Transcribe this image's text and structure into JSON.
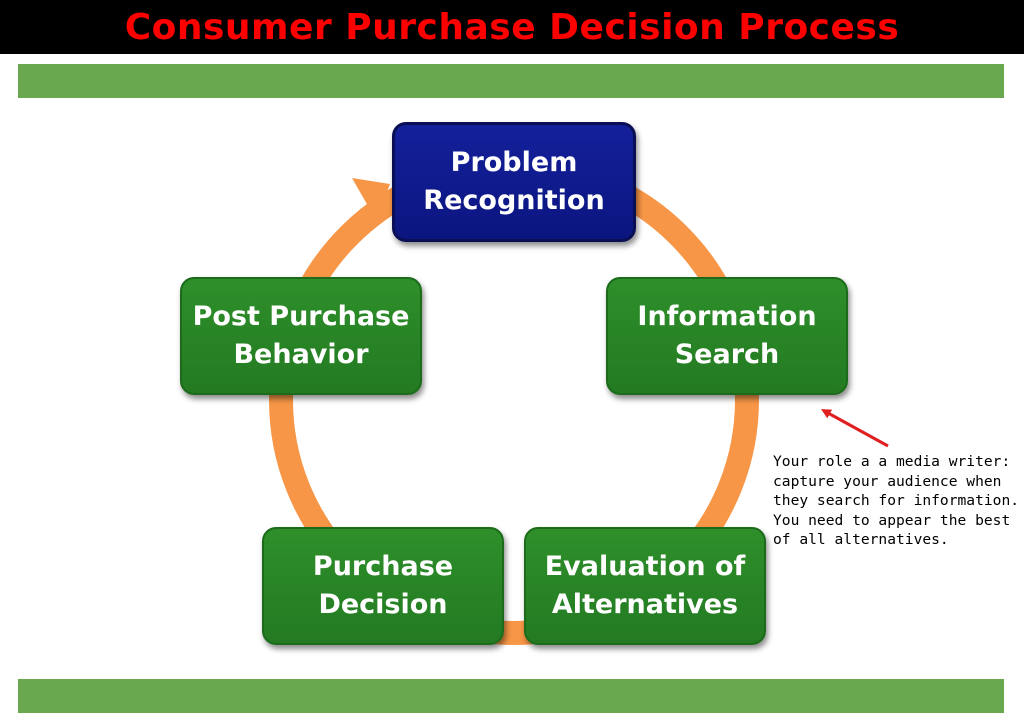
{
  "title": "Consumer Purchase Decision Process",
  "colors": {
    "title_text": "#ff0000",
    "title_background": "#000000",
    "band": "#6aa84f",
    "stage_green": "#2a8527",
    "stage_blue": "#0f1a8c",
    "cycle_arrow": "#f79646",
    "annotation_arrow": "#e02020"
  },
  "stages": [
    {
      "label": "Problem\nRecognition",
      "color": "blue"
    },
    {
      "label": "Information\nSearch",
      "color": "green"
    },
    {
      "label": "Evaluation of\nAlternatives",
      "color": "green"
    },
    {
      "label": "Purchase\nDecision",
      "color": "green"
    },
    {
      "label": "Post Purchase\nBehavior",
      "color": "green"
    }
  ],
  "annotation": {
    "text": "Your role a a media writer:\ncapture your audience when\nthey search for information.\nYou need to appear the best\nof all alternatives.",
    "points_to": "Information Search"
  }
}
